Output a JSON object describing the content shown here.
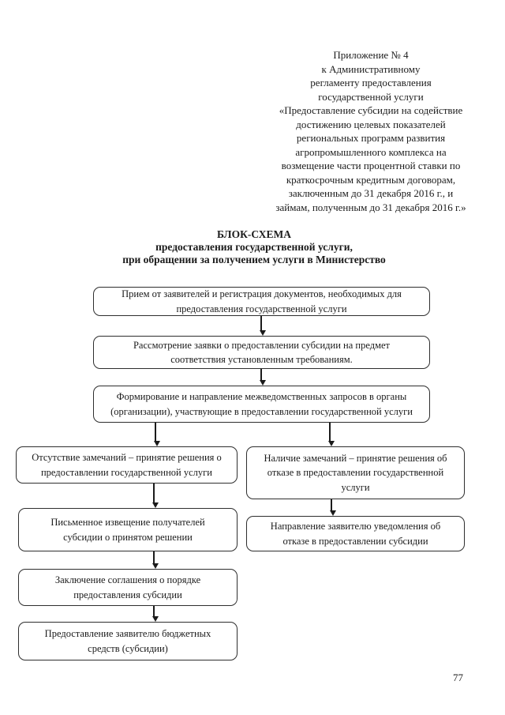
{
  "page": {
    "number": "77",
    "background_color": "#ffffff",
    "text_color": "#1b1b1b",
    "border_color": "#2e2e2e"
  },
  "header": {
    "lines": [
      "Приложение № 4",
      "к Административному",
      "регламенту предоставления",
      "государственной услуги",
      "«Предоставление субсидии на содействие",
      "достижению целевых показателей",
      "региональных программ развития",
      "агропромышленного комплекса на",
      "возмещение части процентной ставки по",
      "краткосрочным кредитным договорам,",
      "заключенным до 31 декабря 2016 г., и",
      "займам, полученным до 31 декабря 2016 г.»"
    ]
  },
  "title": {
    "lines": [
      "БЛОК-СХЕМА",
      "предоставления государственной услуги,",
      "при обращении за получением услуги в Министерство"
    ]
  },
  "flowchart": {
    "boxes": {
      "reception": "Прием от заявителей и регистрация документов, необходимых для\nпредоставления государственной услуги",
      "review": "Рассмотрение заявки о предоставлении субсидии на предмет\nсоответствия установленным требованиям.",
      "interagency": "Формирование и направление межведомственных запросов в органы\n(организации), участвующие в предоставлении государственной услуги",
      "no_remarks": "Отсутствие замечаний – принятие решения о\nпредоставлении государственной услуги",
      "remarks": "Наличие замечаний – принятие решения об\nотказе в предоставлении государственной\nуслуги",
      "written_notice": "Письменное извещение получателей\nсубсидии о принятом решении",
      "refusal_notice": "Направление заявителю уведомления об\nотказе в предоставлении субсидии",
      "agreement": "Заключение соглашения о порядке\nпредоставления субсидии",
      "funds": "Предоставление заявителю бюджетных\nсредств (субсидии)"
    }
  }
}
